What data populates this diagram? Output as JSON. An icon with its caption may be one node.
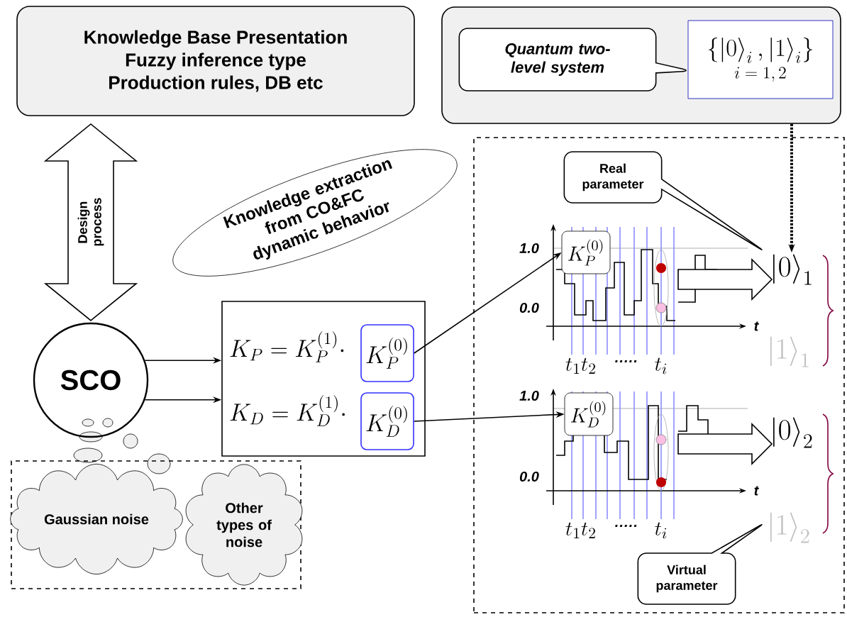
{
  "diagram": {
    "nodes": [
      {
        "text": [
          "Knowledge Base Presentation",
          "Fuzzy inference type",
          "Production rules, DB etc"
        ]
      },
      {
        "text": [],
        "shape": "box"
      },
      {
        "text": [
          "Quantum two-level system"
        ],
        "in": 1
      },
      {
        "text": [
          "\\left\\{ \\left|0\\right\\rangle_{i} , \\left|1\\right\\rangle_{i} \\right\\}",
          "i = 1, 2"
        ],
        "in": 1
      },
      {
        "text": [
          "Knowledge extraction from CO&FC dynamic behavior"
        ]
      },
      {
        "text": [
          "SCO"
        ]
      },
      {
        "text": [
          "K_{P} = K_{P}^{(1)} \\cdot",
          "K_{D} = K_{D}^{(1)} \\cdot"
        ]
      },
      {
        "text": [
          "K_{P}^{(0)}"
        ],
        "in": 6
      },
      {
        "text": [
          "K_{D}^{(0)}"
        ],
        "in": 6
      },
      {
        "text": [],
        "shape": "box"
      },
      {
        "text": [
          "Gaussian noise"
        ],
        "in": 9
      },
      {
        "text": [
          "Other types of noise"
        ],
        "in": 9
      },
      {
        "text": [],
        "shape": "box"
      },
      {
        "text": [
          "Real parameter"
        ],
        "in": 12
      },
      {
        "text": [
          "K_{P}^{(0)}"
        ],
        "in": 12
      },
      {
        "text": [
          "\\left|0\\right\\rangle_{1}"
        ],
        "in": 12
      },
      {
        "text": [
          "\\left|1\\right\\rangle_{1}"
        ],
        "in": 12
      },
      {
        "text": [
          "K_{D}^{(0)}"
        ],
        "in": 12
      },
      {
        "text": [
          "\\left|0\\right\\rangle_{2}"
        ],
        "in": 12
      },
      {
        "text": [
          "\\left|1\\right\\rangle_{2}"
        ],
        "in": 12
      },
      {
        "text": [
          "Virtual parameter"
        ],
        "in": 12
      }
    ],
    "edges": [
      {
        "from": 5,
        "to": 6,
        "arrow": "to"
      },
      {
        "from": 5,
        "to": 6,
        "arrow": "to"
      },
      {
        "from": 7,
        "to": 14,
        "arrow": "to"
      },
      {
        "from": 8,
        "to": 17,
        "arrow": "to"
      },
      {
        "from": 1,
        "to": 15,
        "arrow": "to",
        "style": "dashed"
      },
      {
        "from": 5,
        "to": 0,
        "arrow": "both",
        "label": "Design process",
        "style": "thick"
      },
      {
        "from": null,
        "to": 15,
        "arrow": "to",
        "style": "thick"
      },
      {
        "from": null,
        "to": 18,
        "arrow": "to",
        "style": "thick"
      }
    ],
    "labels": [
      "1.0",
      "0.0",
      "t",
      "t_{1}",
      "t_{2}",
      "·····",
      "t_{i}",
      "1.0",
      "0.0",
      "t",
      "t_{1}",
      "t_{2}",
      "·····",
      "t_{i}"
    ]
  }
}
